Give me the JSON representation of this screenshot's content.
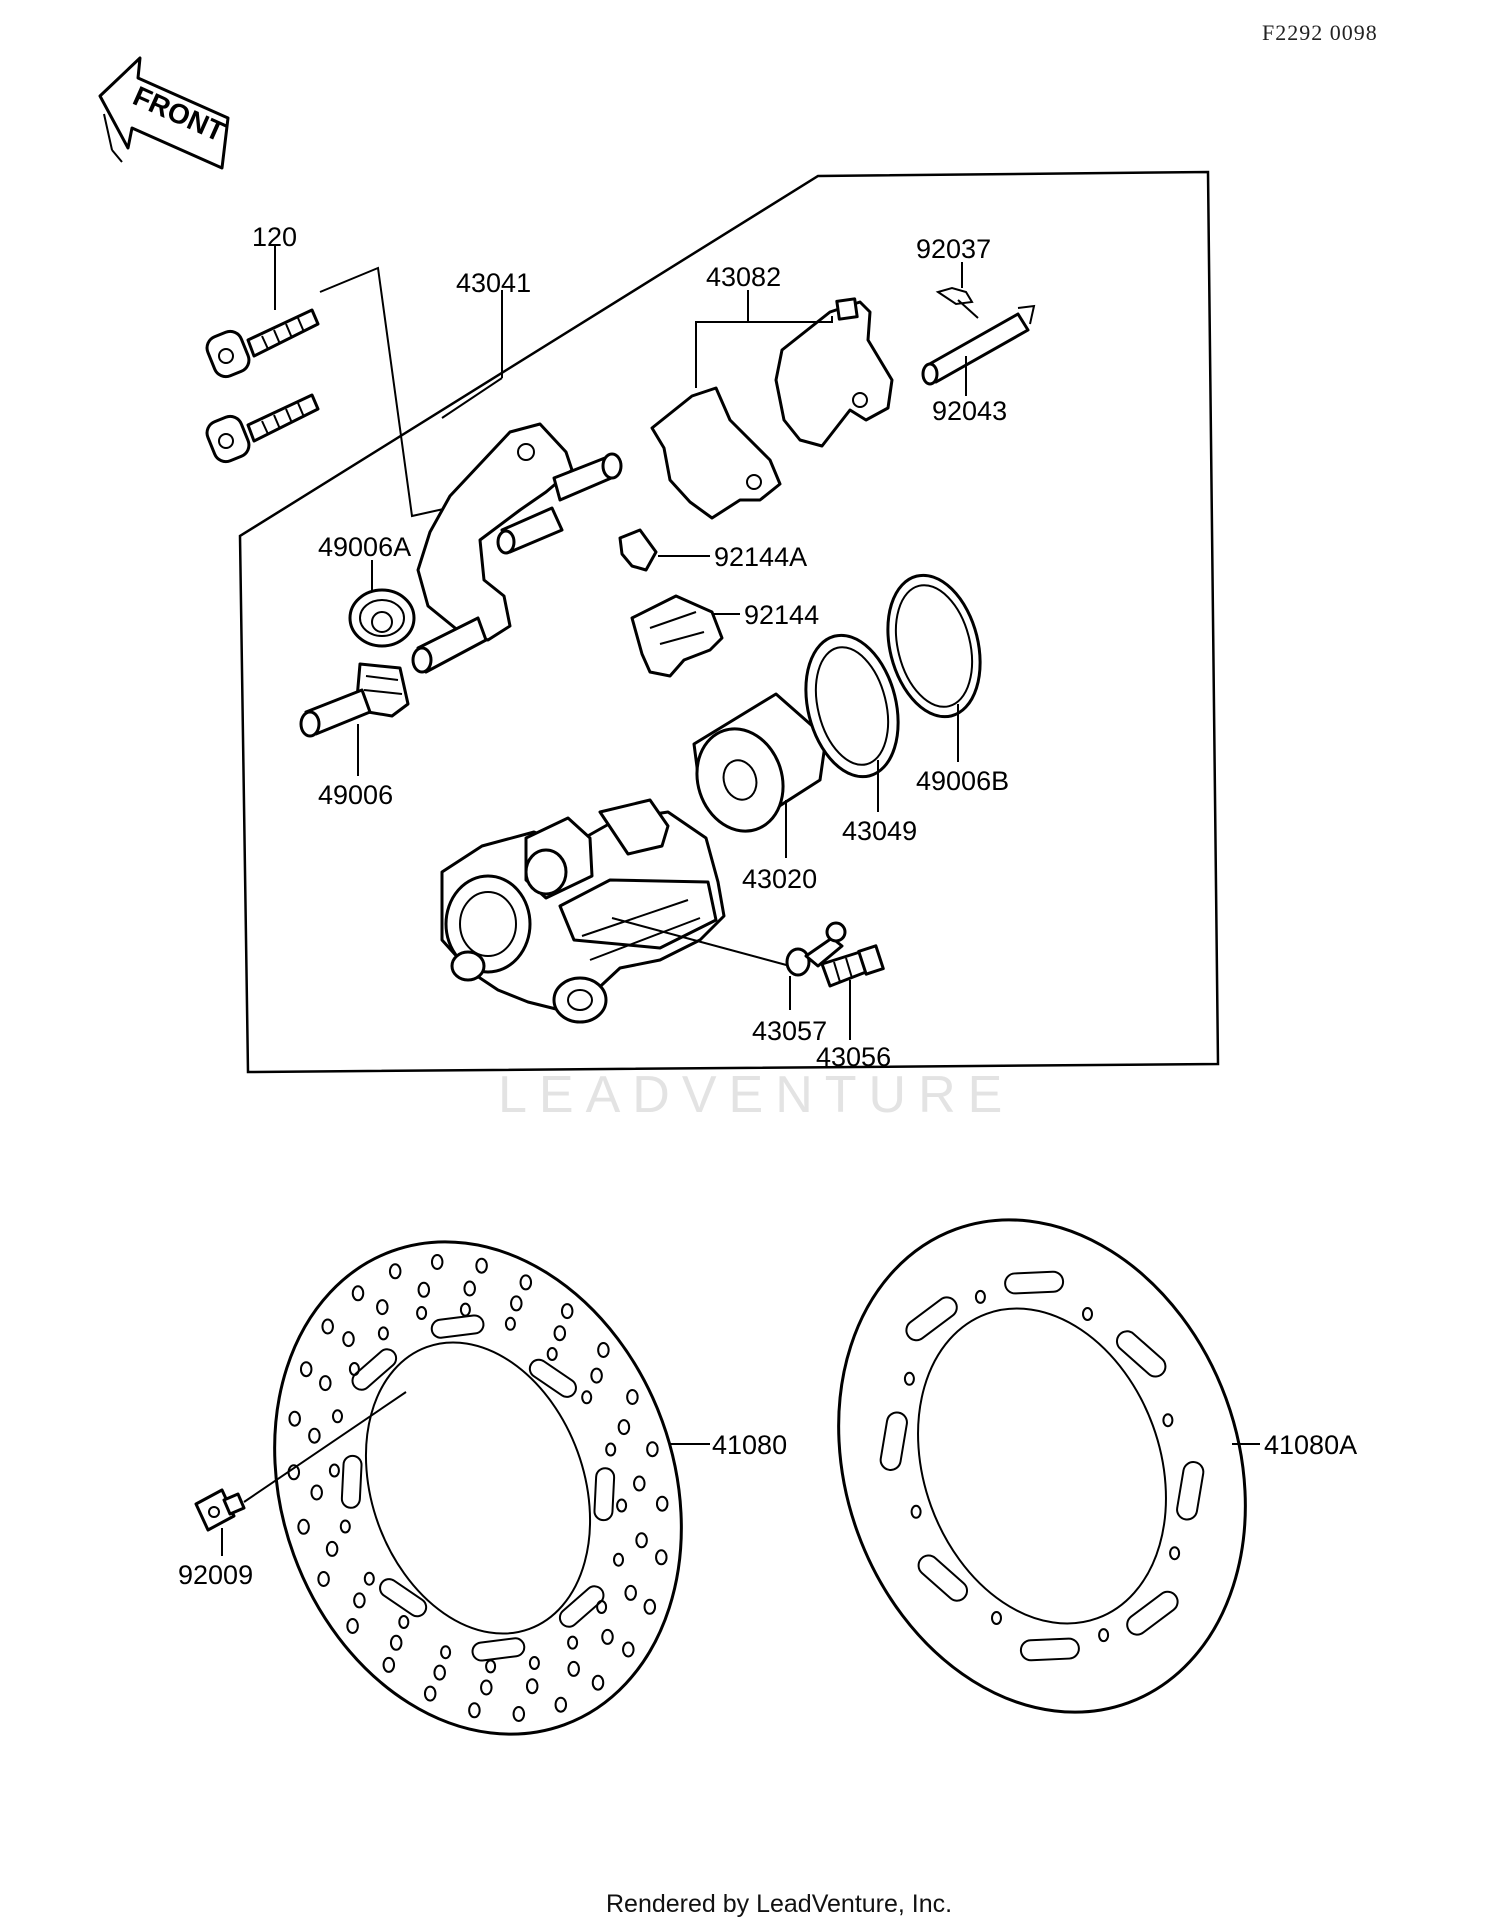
{
  "reference_code": "F2292 0098",
  "front_badge": "FRONT",
  "watermark": "LEADVENTURE",
  "footer": "Rendered by LeadVenture, Inc.",
  "part_labels": {
    "p120": "120",
    "p43041": "43041",
    "p43082": "43082",
    "p92037": "92037",
    "p92043": "92043",
    "p49006A": "49006A",
    "p92144A": "92144A",
    "p92144": "92144",
    "p49006": "49006",
    "p49006B": "49006B",
    "p43049": "43049",
    "p43020": "43020",
    "p43057": "43057",
    "p43056": "43056",
    "p41080": "41080",
    "p41080A": "41080A",
    "p92009": "92009"
  }
}
